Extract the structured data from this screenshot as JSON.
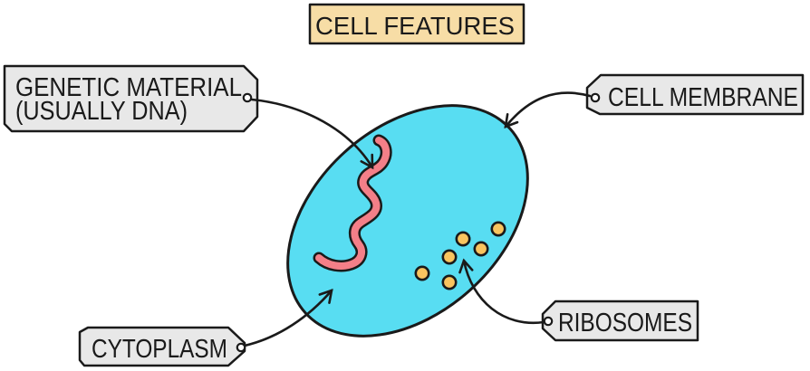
{
  "title": {
    "label": "CELL FEATURES"
  },
  "labels": {
    "genetic_material": {
      "line1": "GENETIC MATERIAL",
      "line2": "(USUALLY DNA)"
    },
    "cell_membrane": {
      "label": "CELL MEMBRANE"
    },
    "cytoplasm": {
      "label": "CYTOPLASM"
    },
    "ribosomes": {
      "label": "RIBOSOMES"
    }
  },
  "colors": {
    "title_box_fill": "#F7DDA6",
    "label_box_fill": "#E8E8E8",
    "outline": "#1A1A1A",
    "cell_fill": "#58DDF2",
    "dna": "#F47F88",
    "ribosome_fill": "#F9C45F"
  }
}
